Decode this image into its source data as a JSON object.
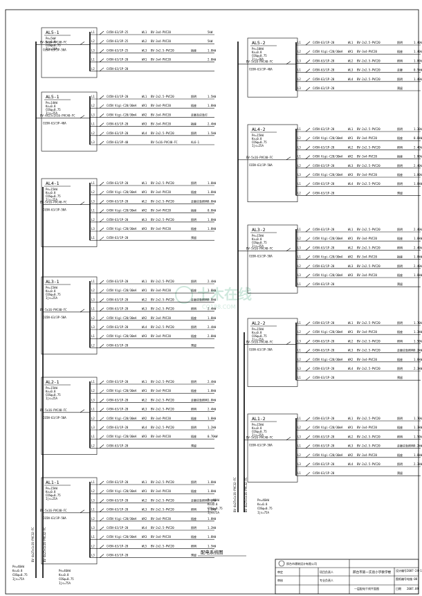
{
  "drawing_title": "配电系统图",
  "watermark": {
    "line1": "土木在线",
    "line2": "CO188.COM"
  },
  "trunk_labels": {
    "left_a": "BV-4x25+1x16-PVC32-FC",
    "left_b": "BV-4x25+1x16-PVC32-FC",
    "right_a": "BV-4x25+1x16-PVC32-FC",
    "right_b": "BV-4x25+1x16-PVC32-FC"
  },
  "bottom_params": {
    "left": [
      "Pe=46kW",
      "Kx=0.8",
      "COSφ=0.75",
      "Ijs=75A"
    ],
    "mid_left": [
      "Pe=46kW",
      "Kx=0.8",
      "COSφ=0.75",
      "Ijs=75A"
    ],
    "mid_right": [
      "Pe=46kW",
      "Kx=0.8",
      "COSφ=0.75",
      "Ijs=75A"
    ],
    "right": [
      "Pe=46kW",
      "Kx=0.8",
      "COSφ=0.75",
      "Ijs=75A"
    ]
  },
  "panels_left": [
    {
      "name": "AL5-1",
      "params": [
        "Pe=5kW",
        "Kx=0.8",
        "COSφ=0.75",
        "Ijs=10A"
      ],
      "incoming": "BV-3x16-PVC40-FC",
      "breaker": "C65N-63/3P-50A",
      "circuits": [
        {
          "ph": "L1",
          "sw": "C45N-63/3P-25",
          "no": "WL1",
          "cable": "BV-3x4-PVC20",
          "use": "",
          "kw": "5kW"
        },
        {
          "ph": "L2",
          "sw": "C45N-63/3P-25",
          "no": "WL2",
          "cable": "BV-3x4-PVC20",
          "use": "",
          "kw": "5kW"
        },
        {
          "ph": "L3",
          "sw": "C45N-63/1P-25",
          "no": "WL3",
          "cable": "BV-3x2.5-PVC20",
          "use": "插座",
          "kw": "1.8kW"
        },
        {
          "ph": "L1",
          "sw": "C45N-63/1P-20",
          "no": "WX1",
          "cable": "BV-3x4-PVC20",
          "use": "",
          "kw": "2.0kW"
        },
        {
          "ph": "L2",
          "sw": "C45N-63/1P-20",
          "no": "",
          "cable": "",
          "use": "",
          "kw": ""
        }
      ]
    },
    {
      "name": "AL5-1",
      "params": [
        "Pe=14kW",
        "Kx=0.8",
        "COSφ=0.75",
        "Ijs=25A"
      ],
      "incoming": "BV-4X25+1X16-PVC40-FC",
      "breaker": "C65N-63/3P-40A",
      "circuits": [
        {
          "ph": "L1",
          "sw": "C45N-63/1P-20",
          "no": "WL1",
          "cable": "BV-2x2.5-PVC20",
          "use": "照明",
          "kw": "1.5kW"
        },
        {
          "ph": "L2",
          "sw": "C45N Vigi-C20/30mA",
          "no": "WX1",
          "cable": "BV-3x4-PVC20",
          "use": "插座",
          "kw": "1.8kW"
        },
        {
          "ph": "L3",
          "sw": "C45N Vigi-C20/30mA",
          "no": "WX2",
          "cable": "BV-3x4-PVC20",
          "use": "走廊及应急灯",
          "kw": ""
        },
        {
          "ph": "L1",
          "sw": "C45N-63/1P-20",
          "no": "WX3",
          "cable": "BV-3x4-PVC20",
          "use": "插座",
          "kw": "2.4kW"
        },
        {
          "ph": "L2",
          "sw": "C45N-63/1P-20",
          "no": "WL4",
          "cable": "BV-2x2.5-PVC20",
          "use": "照明",
          "kw": "1.5kW"
        },
        {
          "ph": "L3",
          "sw": "C45N-63/3P-40",
          "no": "",
          "cable": "BV-5x16-PVC40-FC",
          "use": "AL6-1",
          "kw": ""
        }
      ]
    },
    {
      "name": "AL4-1",
      "params": [
        "Pe=15kW",
        "Kx=0.8",
        "COSφ=0.75",
        "Ijs=25A"
      ],
      "incoming": "BV-5x16-PVC40-FC",
      "breaker": "C65N-63/3P-50A",
      "circuits": [
        {
          "ph": "L1",
          "sw": "C45N-63/1P-20",
          "no": "WL1",
          "cable": "BV-2x2.5-PVC20",
          "use": "照明",
          "kw": "1.8kW"
        },
        {
          "ph": "L2",
          "sw": "C45N Vigi-C20/30mA",
          "no": "WX1",
          "cable": "BV-3x4-PVC20",
          "use": "插座",
          "kw": "1.8kW"
        },
        {
          "ph": "L3",
          "sw": "C45N-63/1P-20",
          "no": "WL2",
          "cable": "BV-2x2.5-PVC20",
          "use": "走廊应急照明",
          "kw": "0.8kW"
        },
        {
          "ph": "L1",
          "sw": "C45N Vigi-C20/30mA",
          "no": "WX2",
          "cable": "BV-3x4-PVC20",
          "use": "插座",
          "kw": "0.8kW"
        },
        {
          "ph": "L2",
          "sw": "C45N-63/1P-20",
          "no": "WL3",
          "cable": "BV-2x2.5-PVC20",
          "use": "照明",
          "kw": "1.8kW"
        },
        {
          "ph": "L3",
          "sw": "C45N Vigi-C20/30mA",
          "no": "WX3",
          "cable": "BV-3x4-PVC20",
          "use": "插座",
          "kw": "1.8kW"
        },
        {
          "ph": "L1",
          "sw": "C45N-63/1P-20",
          "no": "",
          "cable": "",
          "use": "预留",
          "kw": ""
        }
      ]
    },
    {
      "name": "AL3-1",
      "params": [
        "Pe=15kW",
        "Kx=0.8",
        "COSφ=0.75",
        "Ijs=25A"
      ],
      "incoming": "BV-5x16-PVC40-FC",
      "breaker": "C65N-63/3P-50A",
      "circuits": [
        {
          "ph": "L1",
          "sw": "C45N-63/1P-20",
          "no": "WL1",
          "cable": "BV-2x2.5-PVC20",
          "use": "照明",
          "kw": "2.4kW"
        },
        {
          "ph": "L2",
          "sw": "C45N Vigi-C20/30mA",
          "no": "WX1",
          "cable": "BV-3x4-PVC20",
          "use": "插座",
          "kw": "1.8kW"
        },
        {
          "ph": "L3",
          "sw": "C45N-63/1P-20",
          "no": "WL2",
          "cable": "BV-2x2.5-PVC20",
          "use": "走廊应急照明",
          "kw": "0.8kW"
        },
        {
          "ph": "L1",
          "sw": "C45N-63/1P-20",
          "no": "WL3",
          "cable": "BV-2x2.5-PVC20",
          "use": "照明",
          "kw": "2.4kW"
        },
        {
          "ph": "L2",
          "sw": "C45N Vigi-C20/30mA",
          "no": "WX2",
          "cable": "BV-3x4-PVC20",
          "use": "插座",
          "kw": "1.8kW"
        },
        {
          "ph": "L3",
          "sw": "C45N-63/1P-20",
          "no": "WL4",
          "cable": "BV-2x2.5-PVC20",
          "use": "照明",
          "kw": "2.4kW"
        },
        {
          "ph": "L1",
          "sw": "C45N Vigi-C20/30mA",
          "no": "WX3",
          "cable": "BV-3x4-PVC20",
          "use": "插座",
          "kw": "2.0kW"
        },
        {
          "ph": "L2",
          "sw": "C45N-63/1P-20",
          "no": "",
          "cable": "",
          "use": "预留",
          "kw": ""
        }
      ]
    },
    {
      "name": "AL2-1",
      "params": [
        "Pe=15kW",
        "Kx=0.8",
        "COSφ=0.75",
        "Ijs=25A"
      ],
      "incoming": "BV-5x16-PVC40-FC",
      "breaker": "C65N-63/3P-50A",
      "circuits": [
        {
          "ph": "L1",
          "sw": "C45N-63/1P-20",
          "no": "WL1",
          "cable": "BV-2x2.5-PVC20",
          "use": "照明",
          "kw": "2.4kW"
        },
        {
          "ph": "L2",
          "sw": "C45N Vigi-C20/30mA",
          "no": "WX1",
          "cable": "BV-3x4-PVC20",
          "use": "插座",
          "kw": "1.8kW"
        },
        {
          "ph": "L3",
          "sw": "C45N-63/1P-20",
          "no": "WL2",
          "cable": "BV-2x2.5-PVC20",
          "use": "走廊应急照明",
          "kw": "1.8kW"
        },
        {
          "ph": "L1",
          "sw": "C45N-63/1P-20",
          "no": "WL3",
          "cable": "BV-2x2.5-PVC20",
          "use": "照明",
          "kw": "2.4kW"
        },
        {
          "ph": "L2",
          "sw": "C45N Vigi-C20/30mA",
          "no": "WX2",
          "cable": "BV-3x4-PVC20",
          "use": "插座",
          "kw": "1.8kW"
        },
        {
          "ph": "L3",
          "sw": "C45N-63/1P-20",
          "no": "WL4",
          "cable": "BV-2x2.5-PVC20",
          "use": "照明",
          "kw": "1.2kW"
        },
        {
          "ph": "L1",
          "sw": "C45N Vigi-C20/30mA",
          "no": "WX3",
          "cable": "BV-3x4-PVC20",
          "use": "插座",
          "kw": "0.70kW"
        },
        {
          "ph": "L2",
          "sw": "C45N-63/1P-20",
          "no": "",
          "cable": "",
          "use": "预留",
          "kw": ""
        }
      ]
    },
    {
      "name": "AL1-1",
      "params": [
        "Pe=15kW",
        "Kx=0.8",
        "COSφ=0.75",
        "Ijs=25A"
      ],
      "incoming": "BV-5x16-PVC40-FC",
      "breaker": "C65N-63/3P-50A",
      "circuits": [
        {
          "ph": "L1",
          "sw": "C45N-63/1P-20",
          "no": "WL1",
          "cable": "BV-2x2.5-PVC20",
          "use": "照明",
          "kw": "1.8kW"
        },
        {
          "ph": "L2",
          "sw": "C45N Vigi-C20/30mA",
          "no": "WX1",
          "cable": "BV-3x4-PVC20",
          "use": "插座",
          "kw": "1.8kW"
        },
        {
          "ph": "L3",
          "sw": "C45N-63/1P-20",
          "no": "WL2",
          "cable": "BV-2x2.5-PVC20",
          "use": "走廊应急照明",
          "kw": "1.2kW"
        },
        {
          "ph": "L1",
          "sw": "C45N-63/1P-20",
          "no": "WL3",
          "cable": "BV-2x2.5-PVC20",
          "use": "照明",
          "kw": "1.8kW"
        },
        {
          "ph": "L2",
          "sw": "C45N Vigi-C20/30mA",
          "no": "WX2",
          "cable": "BV-3x4-PVC20",
          "use": "插座",
          "kw": "1.8kW"
        },
        {
          "ph": "L3",
          "sw": "C45N-63/1P-20",
          "no": "WL4",
          "cable": "BV-2x2.5-PVC20",
          "use": "照明",
          "kw": "1.2kW"
        },
        {
          "ph": "L1",
          "sw": "C45N Vigi-C20/30mA",
          "no": "WX3",
          "cable": "BV-3x4-PVC20",
          "use": "插座",
          "kw": "1.8kW"
        },
        {
          "ph": "L2",
          "sw": "C45N-63/1P-20",
          "no": "WL5",
          "cable": "BV-2x2.5-PVC20",
          "use": "照明",
          "kw": "1.5kW"
        },
        {
          "ph": "L3",
          "sw": "C45N-63/1P-20",
          "no": "",
          "cable": "",
          "use": "预留",
          "kw": ""
        }
      ]
    }
  ],
  "panels_right": [
    {
      "name": "AL5-2",
      "params": [
        "Pe=10kW",
        "Kx=0.8",
        "COSφ=0.75",
        "Ijs=20A"
      ],
      "incoming": "BV-5x10-PVC40-FC",
      "breaker": "C65N-63/3P-40A",
      "circuits": [
        {
          "ph": "L1",
          "sw": "C45N-63/1P-20",
          "no": "WL1",
          "cable": "BV-2x2.5-PVC20",
          "use": "照明",
          "kw": "1.40kW"
        },
        {
          "ph": "L2",
          "sw": "C45N Vigi-C20/30mA",
          "no": "WX1",
          "cable": "BV-3x4-PVC20",
          "use": "插座",
          "kw": "1.40kW"
        },
        {
          "ph": "L3",
          "sw": "C45N-63/1P-20",
          "no": "WL2",
          "cable": "BV-2x2.5-PVC20",
          "use": "照明",
          "kw": "1.80kW"
        },
        {
          "ph": "L1",
          "sw": "C45N-63/1P-20",
          "no": "WL3",
          "cable": "BV-2x2.5-PVC20",
          "use": "走廊",
          "kw": "0.5kW"
        },
        {
          "ph": "L2",
          "sw": "C45N-63/1P-20",
          "no": "WL4",
          "cable": "BV-2x2.5-PVC20",
          "use": "照明",
          "kw": "1.40kW"
        },
        {
          "ph": "L3",
          "sw": "C45N-63/1P-20",
          "no": "",
          "cable": "",
          "use": "预留",
          "kw": ""
        }
      ]
    },
    {
      "name": "AL4-2",
      "params": [
        "Pe=15kW",
        "Kx=0.8",
        "COSφ=0.75",
        "Ijs=25A"
      ],
      "incoming": "BV-5x16-PVC40-FC",
      "breaker": "C65N-63/3P-50A",
      "circuits": [
        {
          "ph": "L1",
          "sw": "C45N-63/1P-20",
          "no": "WL1",
          "cable": "BV-2x2.5-PVC20",
          "use": "照明",
          "kw": "1.30kW"
        },
        {
          "ph": "L2",
          "sw": "C45N Vigi-C20/30mA",
          "no": "WX1",
          "cable": "BV-3x4-PVC20",
          "use": "插座",
          "kw": "0.8kW"
        },
        {
          "ph": "L3",
          "sw": "C45N-63/1P-20",
          "no": "WL2",
          "cable": "BV-2x2.5-PVC20",
          "use": "照明",
          "kw": "2.40kW"
        },
        {
          "ph": "L1",
          "sw": "C45N Vigi-C20/30mA",
          "no": "WX2",
          "cable": "BV-3x4-PVC20",
          "use": "插座",
          "kw": "1.80kW"
        },
        {
          "ph": "L2",
          "sw": "C45N-63/1P-20",
          "no": "WL3",
          "cable": "BV-2x2.5-PVC20",
          "use": "照明",
          "kw": "2.40kW"
        },
        {
          "ph": "L3",
          "sw": "C45N Vigi-C20/30mA",
          "no": "WX3",
          "cable": "BV-3x4-PVC20",
          "use": "插座",
          "kw": "1.80kW"
        },
        {
          "ph": "L1",
          "sw": "C45N-63/1P-20",
          "no": "WL4",
          "cable": "BV-2x2.5-PVC20",
          "use": "照明",
          "kw": "1.8kW"
        },
        {
          "ph": "L2",
          "sw": "C45N-63/1P-20",
          "no": "",
          "cable": "",
          "use": "预留",
          "kw": ""
        }
      ]
    },
    {
      "name": "AL3-2",
      "params": [
        "Pe=15kW",
        "Kx=0.8",
        "COSφ=0.75",
        "Ijs=25A"
      ],
      "incoming": "BV-5x16-PVC40-FC",
      "breaker": "C65N-63/3P-50A",
      "circuits": [
        {
          "ph": "L1",
          "sw": "C45N-63/1P-20",
          "no": "WL1",
          "cable": "BV-2x2.5-PVC20",
          "use": "照明",
          "kw": "2.40kW"
        },
        {
          "ph": "L2",
          "sw": "C45N Vigi-C20/30mA",
          "no": "WX1",
          "cable": "BV-3x4-PVC20",
          "use": "插座",
          "kw": "1.8kW"
        },
        {
          "ph": "L3",
          "sw": "C45N-63/1P-20",
          "no": "WL2",
          "cable": "BV-2x2.5-PVC20",
          "use": "照明",
          "kw": "2.40kW"
        },
        {
          "ph": "L1",
          "sw": "C45N Vigi-C20/30mA",
          "no": "WX2",
          "cable": "BV-3x4-PVC20",
          "use": "插座",
          "kw": "1.8kW"
        },
        {
          "ph": "L2",
          "sw": "C45N-63/1P-20",
          "no": "WL3",
          "cable": "BV-2x2.5-PVC20",
          "use": "照明",
          "kw": "2.40kW"
        },
        {
          "ph": "L3",
          "sw": "C45N Vigi-C20/30mA",
          "no": "WX3",
          "cable": "BV-3x4-PVC20",
          "use": "插座",
          "kw": "1.8kW"
        },
        {
          "ph": "L1",
          "sw": "C45N-63/1P-20",
          "no": "",
          "cable": "",
          "use": "预留",
          "kw": ""
        }
      ]
    },
    {
      "name": "AL2-2",
      "params": [
        "Pe=15kW",
        "Kx=0.8",
        "COSφ=0.75",
        "Ijs=25A"
      ],
      "incoming": "BV-5x16-PVC40-FC",
      "breaker": "C65N-63/3P-50A",
      "circuits": [
        {
          "ph": "L1",
          "sw": "C45N-63/1P-20",
          "no": "WL1",
          "cable": "BV-2x2.5-PVC20",
          "use": "照明",
          "kw": "1.70kW"
        },
        {
          "ph": "L2",
          "sw": "C45N Vigi-C20/30mA",
          "no": "WX1",
          "cable": "BV-3x4-PVC20",
          "use": "插座",
          "kw": "1.3kW"
        },
        {
          "ph": "L3",
          "sw": "C45N-63/1P-20",
          "no": "WL2",
          "cable": "BV-2x2.5-PVC20",
          "use": "照明",
          "kw": "1.50kW"
        },
        {
          "ph": "L1",
          "sw": "C45N-63/1P-20",
          "no": "WL3",
          "cable": "BV-2x2.5-PVC20",
          "use": "走廊应急照明",
          "kw": "0.2kW"
        },
        {
          "ph": "L2",
          "sw": "C45N Vigi-C20/30mA",
          "no": "WX2",
          "cable": "BV-3x4-PVC20",
          "use": "插座",
          "kw": "1.8kW"
        },
        {
          "ph": "L3",
          "sw": "C45N-63/1P-20",
          "no": "WL4",
          "cable": "BV-2x2.5-PVC20",
          "use": "照明",
          "kw": "2.3kW"
        },
        {
          "ph": "L1",
          "sw": "C45N-63/1P-20",
          "no": "",
          "cable": "",
          "use": "预留",
          "kw": ""
        }
      ]
    },
    {
      "name": "AL1-2",
      "params": [
        "Pe=15kW",
        "Kx=0.8",
        "COSφ=0.75",
        "Ijs=25A"
      ],
      "incoming": "BV-5x16-PVC40-FC",
      "breaker": "C65N-63/3P-50A",
      "circuits": [
        {
          "ph": "L1",
          "sw": "C45N-63/1P-20",
          "no": "WL1",
          "cable": "BV-2x2.5-PVC20",
          "use": "照明",
          "kw": "1.70kW"
        },
        {
          "ph": "L2",
          "sw": "C45N Vigi-C20/30mA",
          "no": "WX1",
          "cable": "BV-3x4-PVC20",
          "use": "插座",
          "kw": "1.3kW"
        },
        {
          "ph": "L3",
          "sw": "C45N-63/1P-20",
          "no": "WL2",
          "cable": "BV-2x2.5-PVC20",
          "use": "照明",
          "kw": "1.50kW"
        },
        {
          "ph": "L1",
          "sw": "C45N-63/1P-20",
          "no": "WL3",
          "cable": "BV-2x2.5-PVC20",
          "use": "走廊应急照明",
          "kw": "0.2kW"
        },
        {
          "ph": "L2",
          "sw": "C45N Vigi-C20/30mA",
          "no": "WX2",
          "cable": "BV-3x4-PVC20",
          "use": "插座",
          "kw": "1.8kW"
        },
        {
          "ph": "L3",
          "sw": "C45N-63/1P-20",
          "no": "WL4",
          "cable": "BV-2x2.5-PVC20",
          "use": "照明",
          "kw": "2.3kW"
        },
        {
          "ph": "L1",
          "sw": "C45N-63/1P-20",
          "no": "",
          "cable": "",
          "use": "预留",
          "kw": ""
        }
      ]
    }
  ],
  "title_block": {
    "company": "邢台市建筑设计有限公司",
    "project": "邢台市第一实验小学教学楼",
    "drawing_name": "一层配电干线平面图",
    "row1": [
      "审定",
      "",
      "项目负责人",
      ""
    ],
    "row2": [
      "审核",
      "",
      "专业负责人",
      ""
    ],
    "fields": [
      "设计编号",
      "2007-24-1",
      "图纸编号",
      "电施-08",
      "日期",
      "2007.09"
    ]
  }
}
